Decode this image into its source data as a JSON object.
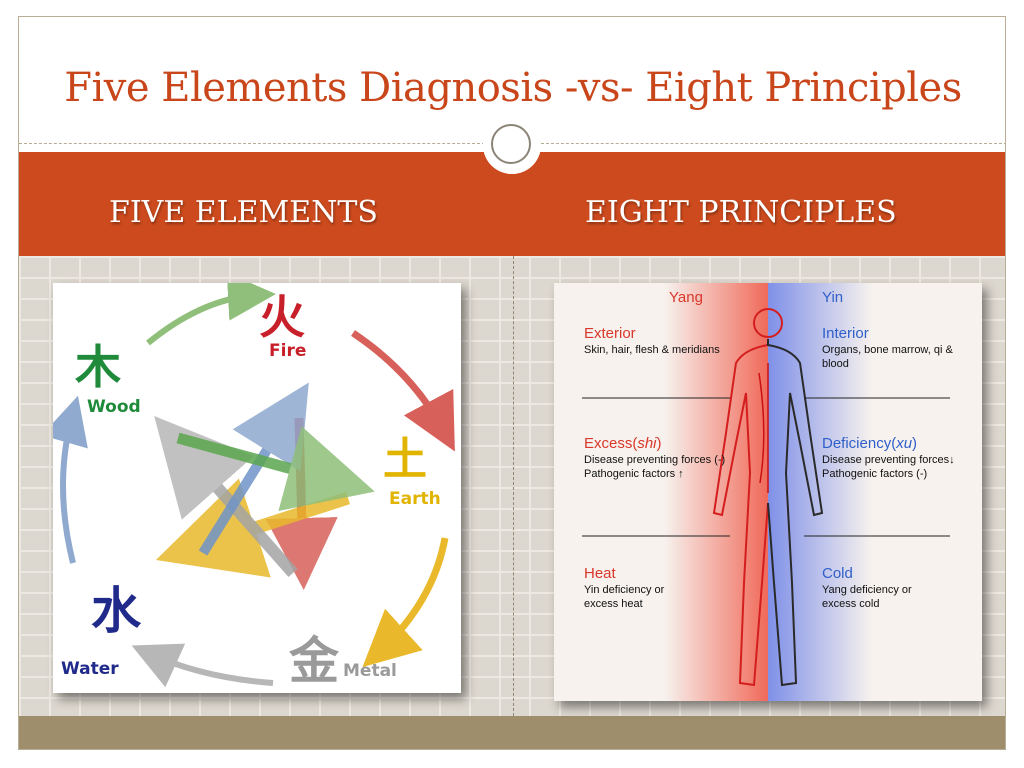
{
  "slide": {
    "title": "Five Elements Diagnosis -vs- Eight Principles",
    "left_heading": "FIVE ELEMENTS",
    "right_heading": "EIGHT PRINCIPLES"
  },
  "five_elements": {
    "fire": {
      "char": "火",
      "label": "Fire",
      "color": "#c8202a"
    },
    "earth": {
      "char": "土",
      "label": "Earth",
      "color": "#e0b400"
    },
    "metal": {
      "char": "金",
      "label": "Metal",
      "color": "#9a9a9a"
    },
    "water": {
      "char": "水",
      "label": "Water",
      "color": "#1f2a8a"
    },
    "wood": {
      "char": "木",
      "label": "Wood",
      "color": "#1f8a3a"
    }
  },
  "eight_principles": {
    "yang": "Yang",
    "yin": "Yin",
    "exterior": {
      "head": "Exterior",
      "line1": "Skin, hair, flesh & meridians"
    },
    "interior": {
      "head": "Interior",
      "line1": "Organs, bone marrow, qi &",
      "line2": "blood"
    },
    "excess": {
      "head": "Excess(",
      "head_em": "shi",
      "head_end": ")",
      "line1": "Disease preventing forces (-)",
      "line2": "Pathogenic factors ↑"
    },
    "deficiency": {
      "head": "Deficiency(",
      "head_em": "xu",
      "head_end": ")",
      "line1": "Disease preventing forces↓",
      "line2": "Pathogenic factors (-)"
    },
    "heat": {
      "head": "Heat",
      "line1": "Yin deficiency or",
      "line2": "excess heat"
    },
    "cold": {
      "head": "Cold",
      "line1": "Yang deficiency or",
      "line2": "excess cold"
    },
    "colors": {
      "yang_red": "#e8472e",
      "yin_blue": "#3d6fd6",
      "body_red": "#d41e1e"
    }
  }
}
